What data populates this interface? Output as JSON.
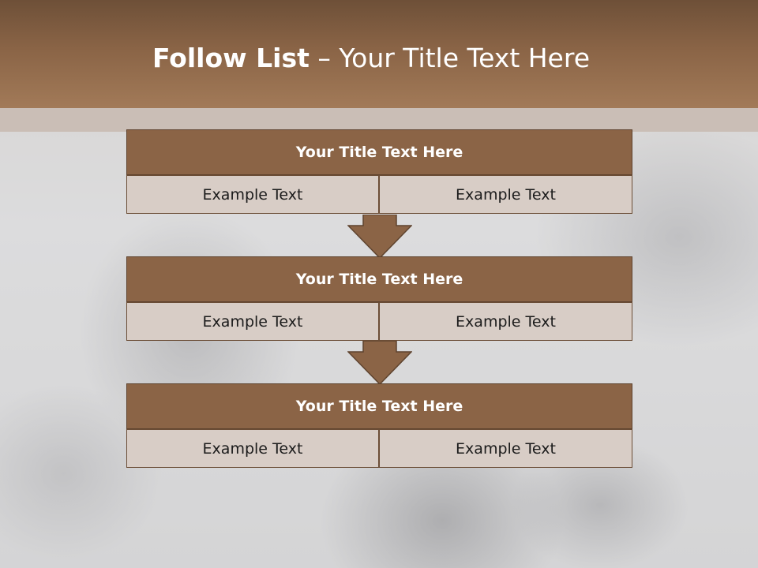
{
  "slide": {
    "title_bold": "Follow List",
    "title_rest": "– Your Title Text Here"
  },
  "steps": [
    {
      "title": "Your Title Text Here",
      "left": "Example Text",
      "right": "Example Text"
    },
    {
      "title": "Your Title Text Here",
      "left": "Example Text",
      "right": "Example Text"
    },
    {
      "title": "Your Title Text Here",
      "left": "Example Text",
      "right": "Example Text"
    }
  ],
  "colors": {
    "header": "#8a6446",
    "box_title": "#8b6446",
    "box_cell": "#d8cdc6",
    "arrow": "#8b6446"
  },
  "icons": [
    "arrow-down-icon",
    "arrow-down-icon"
  ]
}
